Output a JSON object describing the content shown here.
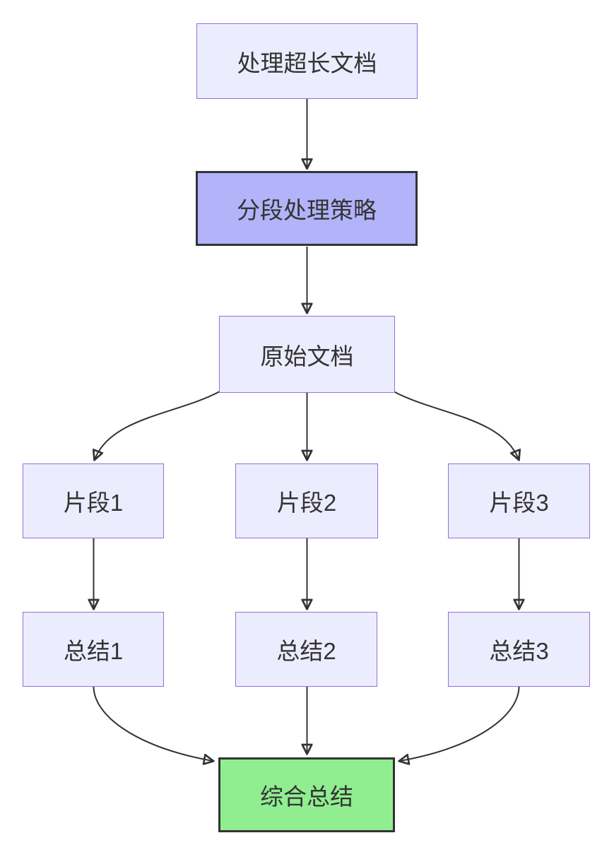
{
  "diagram": {
    "type": "flowchart",
    "direction": "top-down",
    "background": "#ffffff",
    "colors": {
      "node_fill": "#ECECFF",
      "node_border": "#9370DB",
      "highlight_fill": "#b3b3fa",
      "highlight_border": "#333333",
      "result_fill": "#90EE90",
      "result_border": "#333333",
      "edge": "#333333",
      "text": "#333333"
    },
    "nodes": [
      {
        "id": "A",
        "label": "处理超长文档",
        "style": "default"
      },
      {
        "id": "B",
        "label": "分段处理策略",
        "style": "highlight"
      },
      {
        "id": "C",
        "label": "原始文档",
        "style": "default"
      },
      {
        "id": "D1",
        "label": "片段1",
        "style": "default"
      },
      {
        "id": "D2",
        "label": "片段2",
        "style": "default"
      },
      {
        "id": "D3",
        "label": "片段3",
        "style": "default"
      },
      {
        "id": "S1",
        "label": "总结1",
        "style": "default"
      },
      {
        "id": "S2",
        "label": "总结2",
        "style": "default"
      },
      {
        "id": "S3",
        "label": "总结3",
        "style": "default"
      },
      {
        "id": "F",
        "label": "综合总结",
        "style": "result"
      }
    ],
    "edges": [
      {
        "from": "A",
        "to": "B"
      },
      {
        "from": "B",
        "to": "C"
      },
      {
        "from": "C",
        "to": "D1"
      },
      {
        "from": "C",
        "to": "D2"
      },
      {
        "from": "C",
        "to": "D3"
      },
      {
        "from": "D1",
        "to": "S1"
      },
      {
        "from": "D2",
        "to": "S2"
      },
      {
        "from": "D3",
        "to": "S3"
      },
      {
        "from": "S1",
        "to": "F"
      },
      {
        "from": "S2",
        "to": "F"
      },
      {
        "from": "S3",
        "to": "F"
      }
    ]
  }
}
